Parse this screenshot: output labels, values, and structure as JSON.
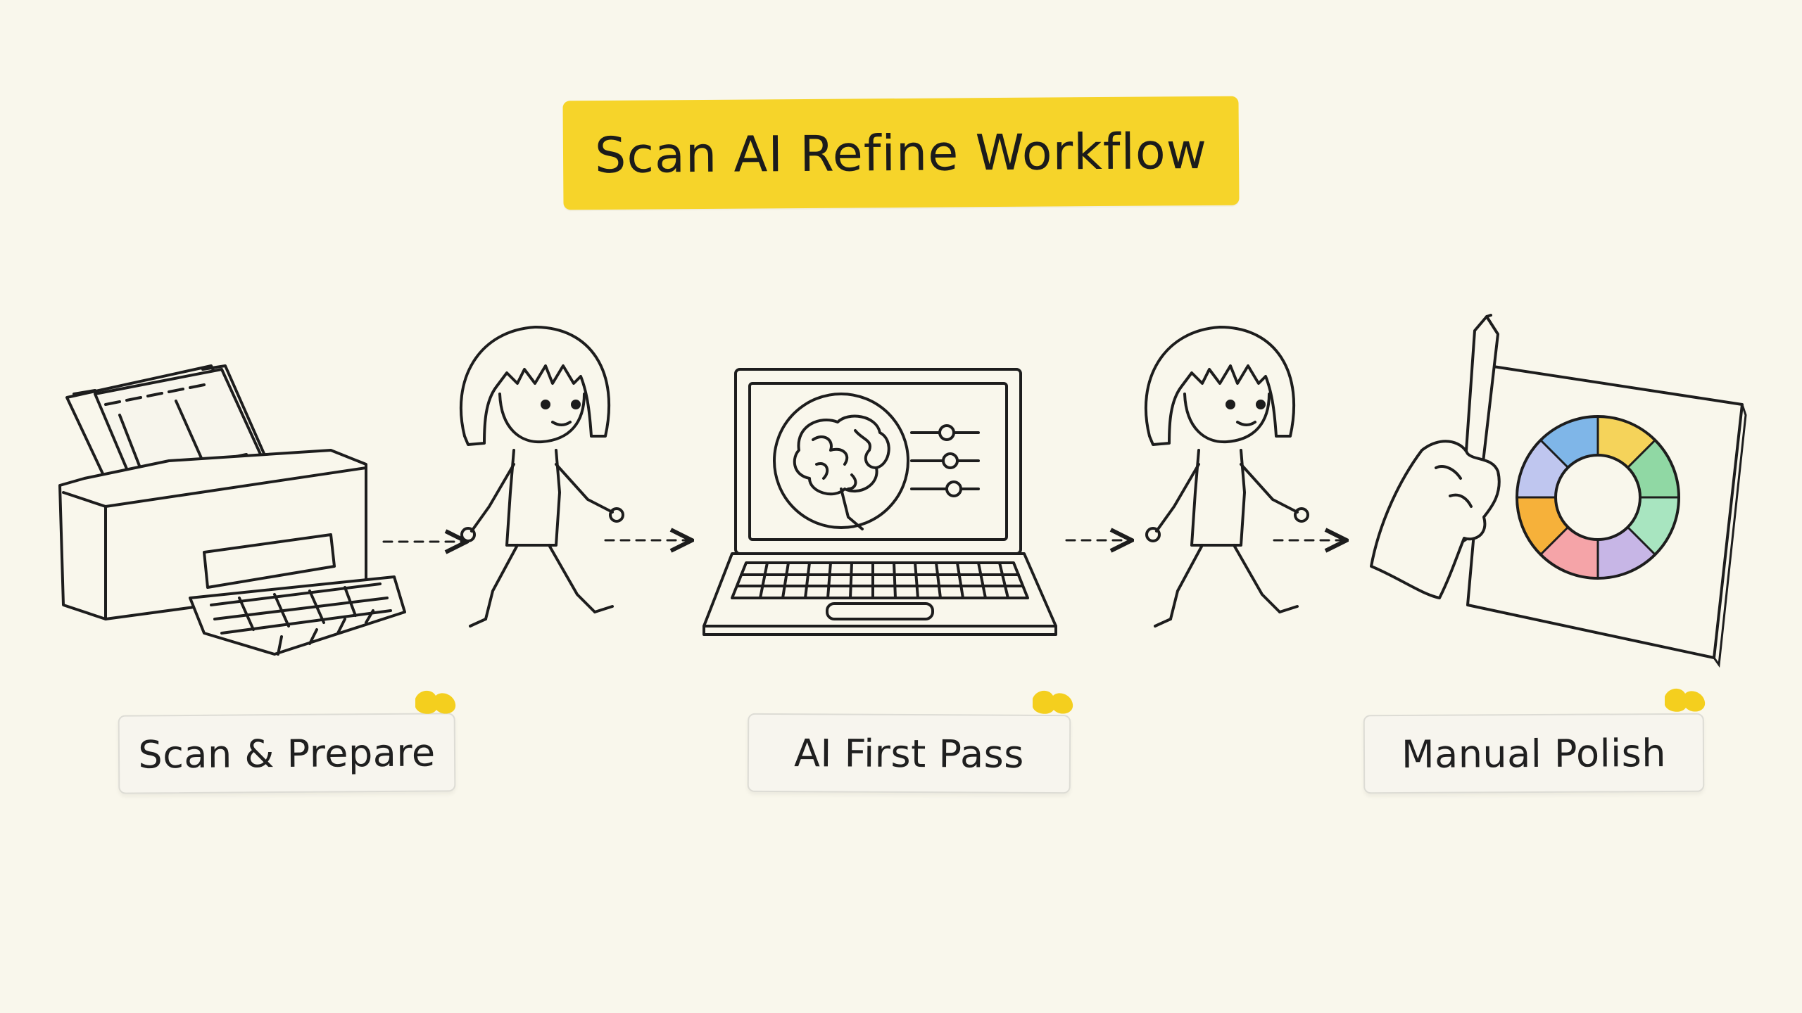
{
  "title": "Scan AI Refine Workflow",
  "steps": [
    {
      "label": "Scan & Prepare",
      "icon": "film-scanner-icon"
    },
    {
      "label": "AI First Pass",
      "icon": "laptop-ai-brain-icon"
    },
    {
      "label": "Manual Polish",
      "icon": "hand-pencil-color-wheel-icon"
    }
  ],
  "connectors": [
    {
      "icon": "walking-girl-icon"
    },
    {
      "icon": "walking-girl-icon"
    }
  ],
  "colors": {
    "background": "#f9f7ec",
    "title_highlight": "#f6d42a",
    "ink": "#1d1d1d",
    "tape": "#f4cf1e",
    "color_wheel": [
      "#7fb6e8",
      "#f5d35a",
      "#f2a85e",
      "#90d8a4",
      "#a8e5c0",
      "#c7b6e6",
      "#f5a4a8",
      "#f6b13a",
      "#bfc6ef",
      "#9fcdea"
    ]
  }
}
